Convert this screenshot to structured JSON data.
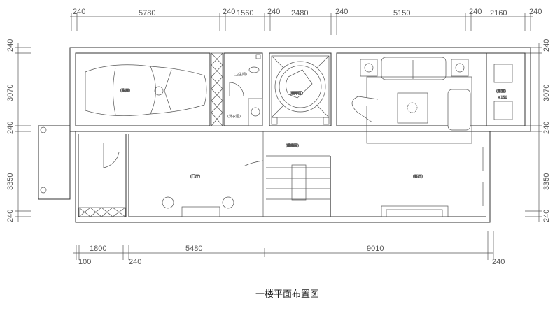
{
  "title": "一楼平面布置图",
  "rooms": {
    "garage": "(车库)",
    "bathroom": "(卫生间)",
    "laundry": "(洗衣区)",
    "piano": "(钢琴区)",
    "stairwell": "(楼梯间)",
    "foyer": "(门厅)",
    "living": "(客厅)",
    "tea": "(茶室)",
    "tea_level": "+150"
  },
  "dimensions": {
    "top": [
      "240",
      "5780",
      "240",
      "1560",
      "240",
      "2480",
      "240",
      "5150",
      "240",
      "2160",
      "240"
    ],
    "bottom": [
      "1800",
      "5480",
      "9010"
    ],
    "bottom_sub": [
      "100",
      "240",
      "240"
    ],
    "left": [
      "240",
      "3070",
      "240",
      "3350",
      "240"
    ],
    "right": [
      "240",
      "3070",
      "240",
      "3350",
      "240"
    ]
  }
}
